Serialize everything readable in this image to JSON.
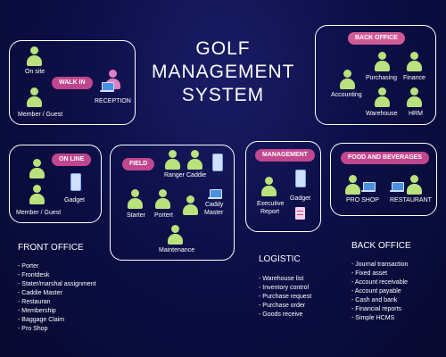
{
  "title": {
    "line1": "GOLF",
    "line2": "MANAGEMENT",
    "line3": "SYSTEM"
  },
  "walk_in": {
    "badge": "WALK IN",
    "on_site": "On site",
    "member_guest": "Member / Guest",
    "reception": "RECEPTION"
  },
  "back_office_box": {
    "badge": "BACK OFFICE",
    "accounting": "Accounting",
    "purchasing": "Purchasing",
    "finance": "Finance",
    "warehouse": "Warehouse",
    "hrm": "HRM"
  },
  "online": {
    "badge": "ON LINE",
    "member_guest": "Member / Guest",
    "gadget": "Gadget"
  },
  "field": {
    "badge": "FIELD",
    "ranger": "Ranger",
    "caddie": "Caddie",
    "starter": "Starter",
    "portert": "Portert",
    "caddy_master_1": "Caddy",
    "caddy_master_2": "Master",
    "maintenance": "Maintenance"
  },
  "management": {
    "badge": "MANAGEMENT",
    "executive_1": "Executive",
    "executive_2": "Report",
    "gadget": "Gadget"
  },
  "food": {
    "badge": "FOOD AND BEVERAGES",
    "pro_shop": "PRO SHOP",
    "restaurant": "RESTAURANT"
  },
  "front_office": {
    "heading": "FRONT OFFICE",
    "items": [
      "- Porter",
      "- Frontdesk",
      "- Stater/marshal assignment",
      "- Caddie Master",
      "- Restauran",
      "- Membership",
      "- Baggage Claim",
      "- Pro Shop"
    ]
  },
  "logistic": {
    "heading": "LOGISTIC",
    "items": [
      "- Warehouse list",
      "- Inventory control",
      "- Purchase request",
      "- Purchase order",
      "- Goods receive"
    ]
  },
  "back_office": {
    "heading": "BACK OFFICE",
    "items": [
      "- Journal transaction",
      "- Fixed asset",
      "- Account receivable",
      "- Account payable",
      "- Cash and bank",
      "- Financial reports",
      "- Simple HCMS"
    ]
  },
  "colors": {
    "accent": "#c0478e",
    "person": "#b9e27c",
    "background": "#0d0f48"
  }
}
